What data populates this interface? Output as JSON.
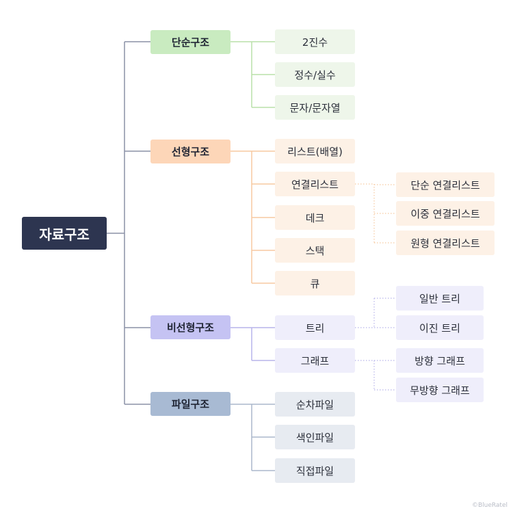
{
  "root": "자료구조",
  "colors": {
    "root_bg": "#2d3550",
    "root_line": "#8a90a6",
    "simple_accent": "#c9ebc0",
    "simple_light": "#eef6ea",
    "simple_line": "#b9e0a8",
    "linear_accent": "#fdd6b8",
    "linear_light": "#fdf1e6",
    "linear_line": "#f7c9a0",
    "nonlinear_accent": "#c5c3f3",
    "nonlinear_light": "#efeefb",
    "nonlinear_line": "#b7b4ea",
    "file_accent": "#a8bad3",
    "file_light": "#e7ebf1",
    "file_line": "#aab7cb"
  },
  "categories": [
    {
      "label": "단순구조",
      "items": [
        "2진수",
        "정수/실수",
        "문자/문자열"
      ]
    },
    {
      "label": "선형구조",
      "items": [
        "리스트(배열)",
        "연결리스트",
        "데크",
        "스택",
        "큐"
      ]
    },
    {
      "label": "비선형구조",
      "items": [
        "트리",
        "그래프"
      ]
    },
    {
      "label": "파일구조",
      "items": [
        "순차파일",
        "색인파일",
        "직접파일"
      ]
    }
  ],
  "subitems": {
    "linked_list": [
      "단순 연결리스트",
      "이중 연결리스트",
      "원형 연결리스트"
    ],
    "tree": [
      "일반 트리",
      "이진 트리"
    ],
    "graph": [
      "방향 그래프",
      "무방향 그래프"
    ]
  },
  "watermark": "©BlueRatel"
}
